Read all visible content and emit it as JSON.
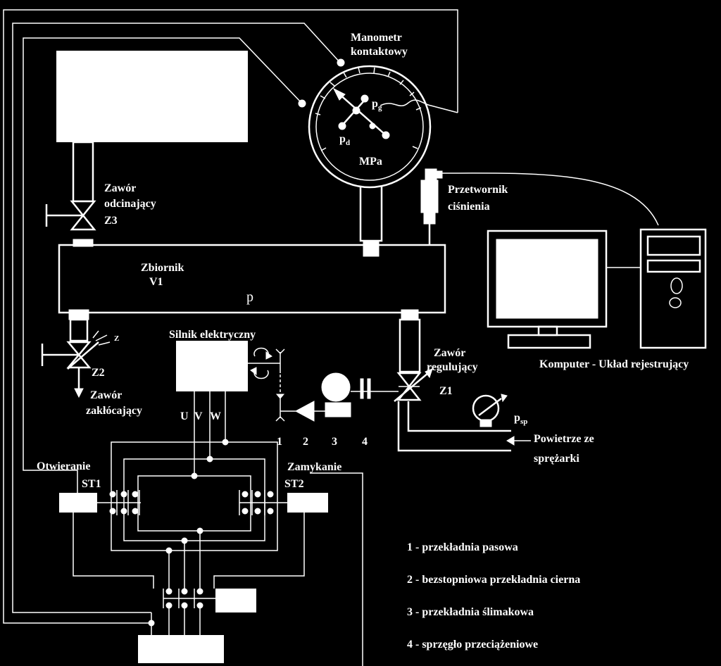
{
  "labels": {
    "manometer_line1": "Manometr",
    "manometer_line2": "kontaktowy",
    "pg": "p",
    "pg_sub": "g",
    "pd": "p",
    "pd_sub": "d",
    "mpa": "MPa",
    "transducer_line1": "Przetwornik",
    "transducer_line2": "ciśnienia",
    "valve_z3_line1": "Zawór",
    "valve_z3_line2": "odcinający",
    "valve_z3_id": "Z3",
    "tank_line1": "Zbiornik",
    "tank_line2": "V1",
    "tank_p": "p",
    "motor": "Silnik elektryczny",
    "valve_z1_line1": "Zawór",
    "valve_z1_line2": "regulujący",
    "valve_z1_id": "Z1",
    "computer": "Komputer - Układ rejestrujący",
    "valve_z2_id": "Z2",
    "valve_z2_line1": "Zawór",
    "valve_z2_line2": "zakłócający",
    "z_mark": "Z",
    "phase_u": "U",
    "phase_v": "V",
    "phase_w": "W",
    "n1": "1",
    "n2": "2",
    "n3": "3",
    "n4": "4",
    "psp": "p",
    "psp_sub": "sp",
    "air_line1": "Powietrze ze",
    "air_line2": "sprężarki",
    "open": "Otwieranie",
    "st1": "ST1",
    "close": "Zamykanie",
    "st2": "ST2"
  },
  "legend": [
    "1 - przekładnia pasowa",
    "2 - bezstopniowa przekładnia cierna",
    "3 - przekładnia ślimakowa",
    "4 - sprzęgło przeciążeniowe"
  ]
}
